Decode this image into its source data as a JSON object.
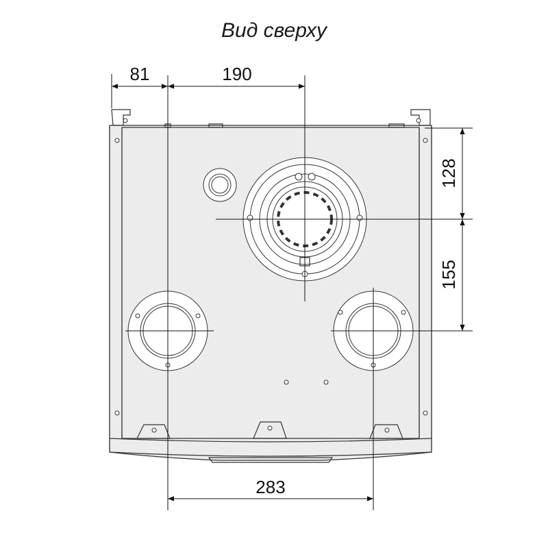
{
  "title": "Вид сверху",
  "dimensions": {
    "left_offset": "81",
    "top_span": "190",
    "right_upper": "128",
    "right_lower": "155",
    "bottom_span": "283"
  }
}
